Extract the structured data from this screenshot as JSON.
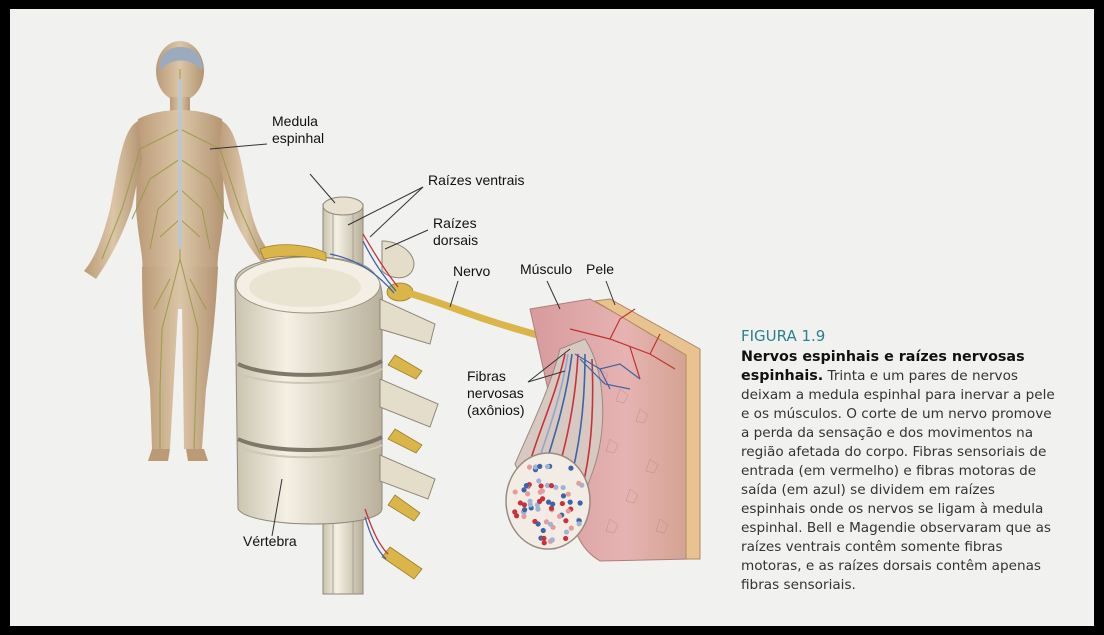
{
  "labels": {
    "medula": [
      "Medula",
      "espinhal"
    ],
    "raizes_ventrais": "Raízes ventrais",
    "raizes_dorsais": [
      "Raízes",
      "dorsais"
    ],
    "nervo": "Nervo",
    "musculo": "Músculo",
    "pele": "Pele",
    "fibras": [
      "Fibras",
      "nervosas",
      "(axônios)"
    ],
    "vertebra": "Vértebra"
  },
  "caption": {
    "figure_number": "FIGURA 1.9",
    "title": "Nervos espinhais e raízes nervosas espinhais.",
    "body": "Trinta e um pares de nervos deixam a medula espinhal para inervar a pele e os músculos. O corte de um nervo promove a perda da sensação e dos movimentos na região afetada do corpo. Fibras sensoriais de entrada (em vermelho) e fibras motoras de saída (em azul) se dividem em raízes espinhais onde os nervos se ligam à medula espinhal. Bell e Magendie observaram que as raízes ventrais contêm somente fibras motoras, e as raízes dorsais contêm apenas fibras sensoriais."
  },
  "colors": {
    "caption_accent": "#2c7f8e",
    "nerve": "#d9b54a",
    "sensory_fiber": "#c8323a",
    "motor_fiber": "#3d63a8",
    "skin": "#e7b9b6",
    "bone": "#ece7d8"
  }
}
